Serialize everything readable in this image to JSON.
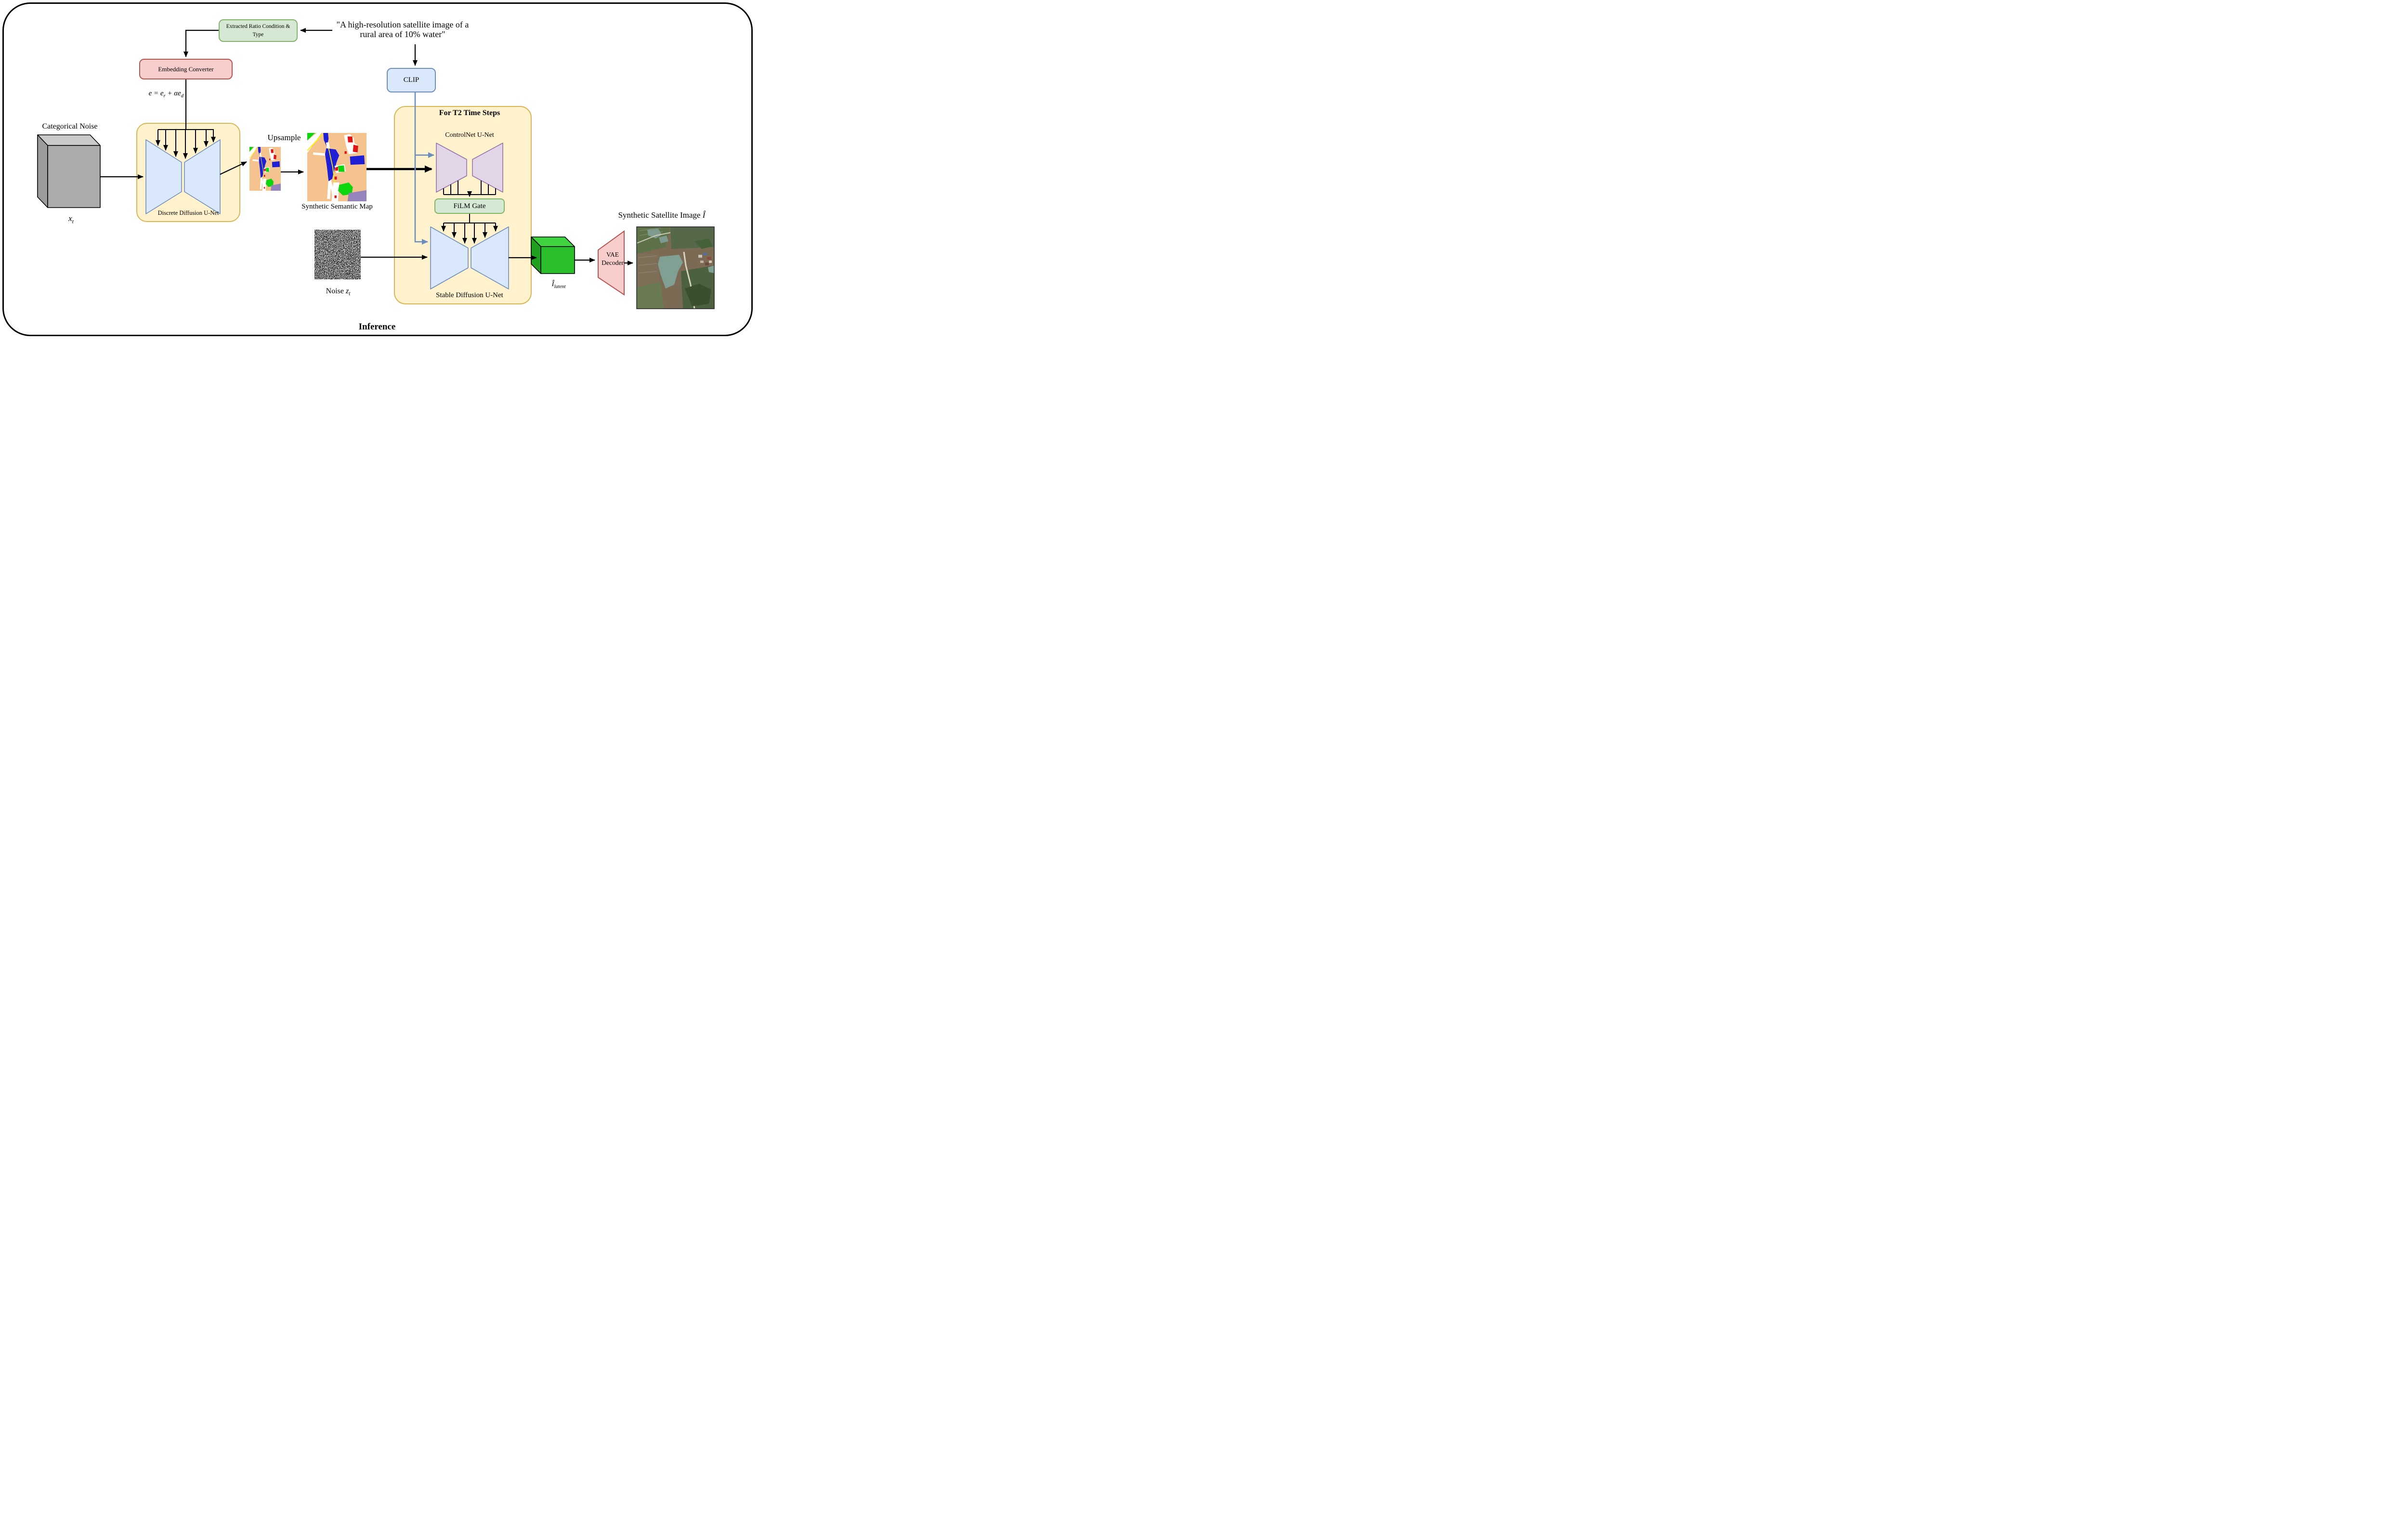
{
  "colors": {
    "yellow_fill": "#FFF2CC",
    "yellow_stroke": "#D6B656",
    "blue_fill": "#DAE8FC",
    "blue_stroke": "#6C8EBF",
    "green_fill": "#D5E8D4",
    "green_stroke": "#82B366",
    "pink_fill": "#F8CECC",
    "pink_stroke": "#B85450",
    "purple_fill": "#E1D5E7",
    "purple_stroke": "#9673A6",
    "connector_blue": "#6C8EBF",
    "gray_cube_top": "#C9C9C9",
    "gray_cube_front": "#ABABAB",
    "gray_cube_left": "#9B9B9B",
    "green_cube_top": "#3FD43F",
    "green_cube_front": "#2ABF2A",
    "green_cube_left": "#1FA01F",
    "map_bg": "#F5C48E",
    "map_blue": "#1F1FD6",
    "map_green": "#0FD50F",
    "map_red": "#E11414",
    "map_yellow": "#FFF200",
    "map_purple": "#9683BC",
    "map_white": "#FFFFFF"
  },
  "nodes": {
    "ratio_box": {
      "line1": "Extracted Ratio Condition &",
      "line2": "Type"
    },
    "prompt": {
      "line1": "\"A high-resolution satellite image of a",
      "line2": "rural area of 10% water\""
    },
    "embedding_converter": {
      "label": "Embedding Converter"
    },
    "formula": {
      "p1": "e = e",
      "s1": "r",
      "p2": " + αe",
      "s2": "d"
    },
    "categorical_noise": {
      "title": "Categorical Noise",
      "var": "x",
      "var_sub": "t"
    },
    "discrete_unet": {
      "label": "Discrete Diffusion U-Net"
    },
    "upsample": {
      "label": "Upsample"
    },
    "semantic_map": {
      "label": "Synthetic Semantic Map"
    },
    "clip": {
      "label": "CLIP"
    },
    "t2_container": {
      "title": "For T2 Time Steps"
    },
    "controlnet": {
      "label": "ControlNet U-Net"
    },
    "film_gate": {
      "label": "FiLM Gate"
    },
    "stable_unet": {
      "label": "Stable Diffusion U-Net"
    },
    "noise": {
      "word": "Noise ",
      "var": "z",
      "var_sub": "t"
    },
    "latent": {
      "var": "Î",
      "var_sub": "latent"
    },
    "vae": {
      "line1": "VAE",
      "line2": "Decoder"
    },
    "satellite": {
      "title": "Synthetic Satellite Image ",
      "title_var": "Î"
    },
    "inference": {
      "label": "Inference"
    }
  }
}
